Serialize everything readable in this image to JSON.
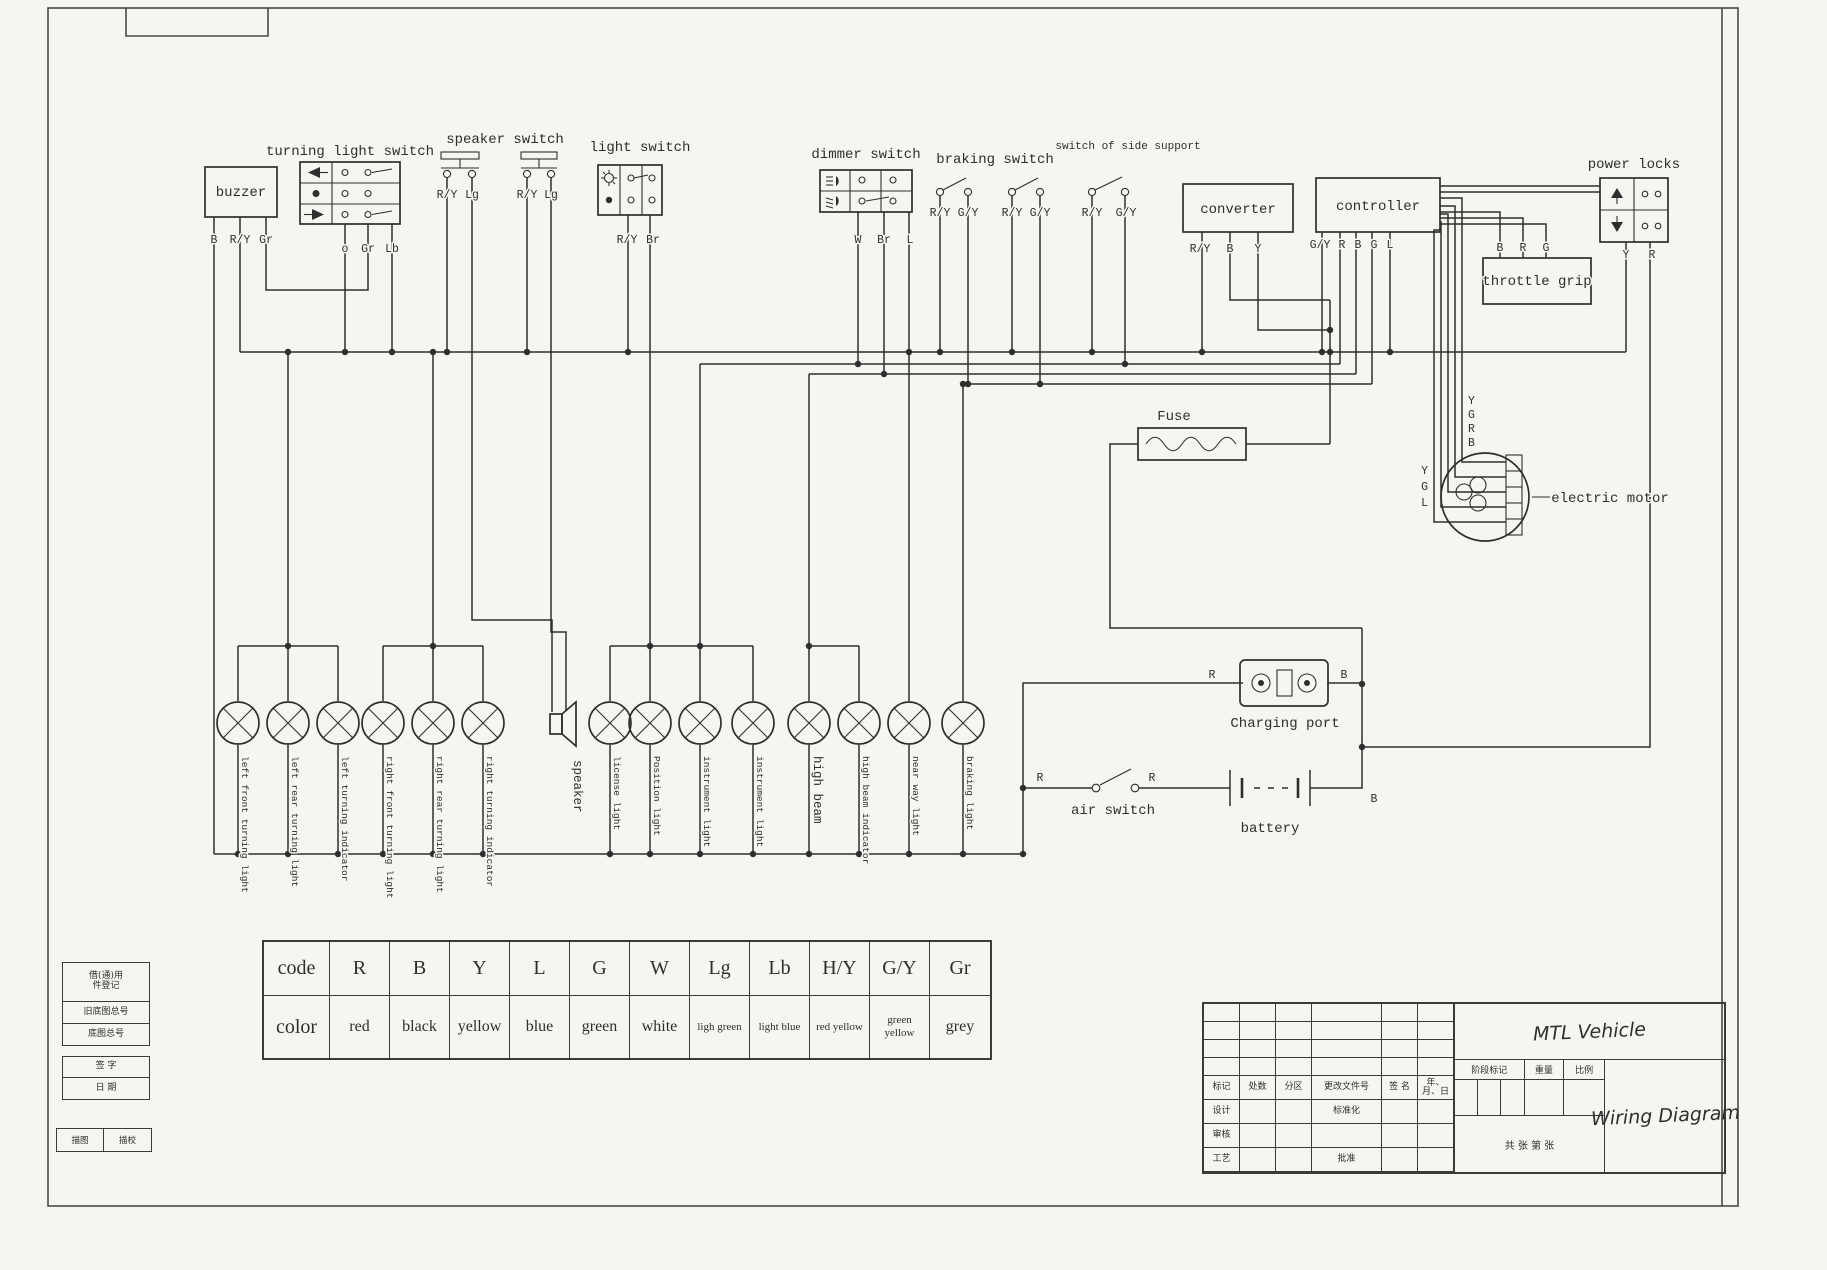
{
  "sheet": {
    "paper": "#f6f5f1",
    "ink": "#2e2e2e"
  },
  "components": {
    "buzzer": "buzzer",
    "turning_light_switch": "turning light switch",
    "speaker_switch": "speaker switch",
    "light_switch": "light switch",
    "dimmer_switch": "dimmer switch",
    "braking_switch": "braking switch",
    "side_support_switch": "switch of side support",
    "converter": "converter",
    "controller": "controller",
    "throttle_grip": "throttle grip",
    "power_locks": "power locks",
    "fuse": "Fuse",
    "electric_motor": "electric motor",
    "charging_port": "Charging port",
    "air_switch": "air switch",
    "battery": "battery",
    "speaker": "speaker"
  },
  "pins": {
    "buzzer": [
      "B",
      "R/Y",
      "Gr"
    ],
    "turning": [
      "o",
      "Gr",
      "Lb"
    ],
    "speaker_switch": [
      "R/Y",
      "Lg",
      "R/Y",
      "Lg"
    ],
    "light_switch": [
      "R/Y",
      "Br"
    ],
    "dimmer": [
      "W",
      "Br",
      "L"
    ],
    "braking": [
      "R/Y",
      "G/Y",
      "R/Y",
      "G/Y"
    ],
    "side_support": [
      "R/Y",
      "G/Y"
    ],
    "converter": [
      "R/Y",
      "B",
      "Y"
    ],
    "controller": [
      "G/Y",
      "R",
      "B",
      "G",
      "L"
    ],
    "throttle": [
      "B",
      "R",
      "G"
    ],
    "power_locks": [
      "Y",
      "R"
    ],
    "charging_port": [
      "R",
      "B"
    ],
    "air_switch": [
      "R",
      "R"
    ],
    "battery": [
      "B"
    ],
    "bundle": [
      "Y",
      "G",
      "R",
      "B"
    ],
    "motor_taps": [
      "Y",
      "G",
      "L"
    ]
  },
  "lamps": [
    "left front turning light",
    "left rear turning light",
    "left turning indicator",
    "right front turning light",
    "right rear turning light",
    "right turning indicator",
    "license light",
    "Position light",
    "instrument light",
    "instrument light",
    "high beam",
    "high beam indicator",
    "near way light",
    "braking light"
  ],
  "color_table": {
    "row1_header": "code",
    "row2_header": "color",
    "codes": [
      "R",
      "B",
      "Y",
      "L",
      "G",
      "W",
      "Lg",
      "Lb",
      "H/Y",
      "G/Y",
      "Gr"
    ],
    "colors": [
      "red",
      "black",
      "yellow",
      "blue",
      "green",
      "white",
      "ligh green",
      "light blue",
      "red yellow",
      "green yellow",
      "grey"
    ]
  },
  "title_block": {
    "product": "MTL Vehicle",
    "doc_title": "Wiring Diagram",
    "rev_headers": [
      "标记",
      "处数",
      "分区",
      "更改文件号",
      "签 名",
      "年、月、日"
    ],
    "design": "设计",
    "standardize": "标准化",
    "check": "审核",
    "process": "工艺",
    "approve": "批准",
    "stage_mark": "阶段标记",
    "weight": "重量",
    "scale": "比例",
    "sheet_info": "共  张  第  张"
  },
  "left_strip": {
    "cell1a": "借(通)用",
    "cell1b": "件登记",
    "cell2": "旧底图总号",
    "cell3": "底图总号",
    "cell4": "签 字",
    "cell5": "日 期",
    "cell6a": "描图",
    "cell6b": "描校"
  }
}
